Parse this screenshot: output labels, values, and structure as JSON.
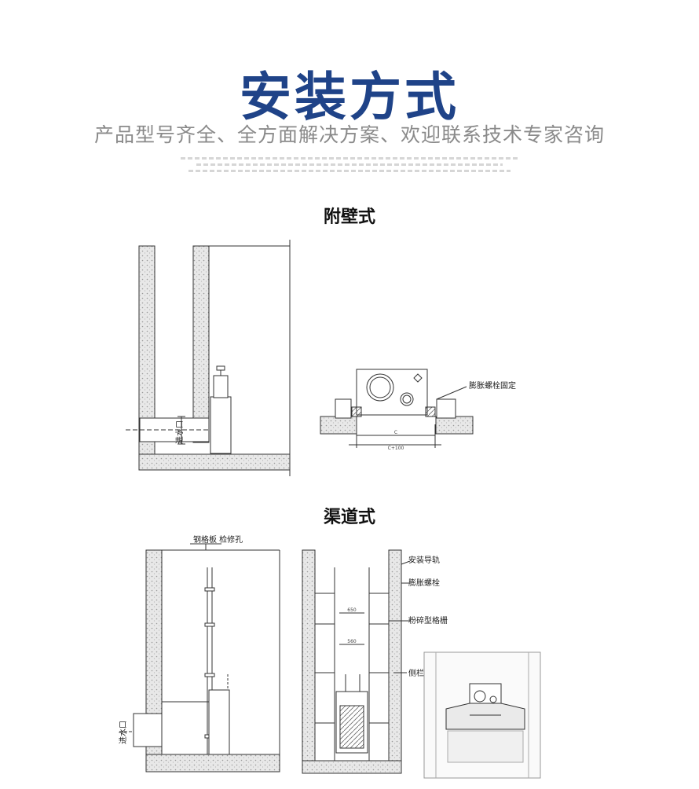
{
  "header": {
    "title": "安装方式",
    "subtitle": "产品型号齐全、全方面解决方案、欢迎联系技术专家咨询"
  },
  "sections": {
    "wall": {
      "label": "附壁式",
      "inlet_label": "进水口",
      "bolt_label": "膨胀螺栓固定",
      "dim_inner": "C",
      "dim_outer": "C+100"
    },
    "channel": {
      "label": "渠道式",
      "grating_label": "钢格板 检修孔",
      "inlet_label": "进水口",
      "rail_label": "安装导轨",
      "bolt_label": "膨胀螺栓",
      "grinder_label": "粉碎型格栅",
      "side_label": "侧栏",
      "dim_650": "650",
      "dim_560": "560"
    }
  },
  "colors": {
    "title": "#1f4388",
    "subtitle": "#8a8a8a",
    "line": "#333333",
    "concrete": "#e6e6e6"
  }
}
